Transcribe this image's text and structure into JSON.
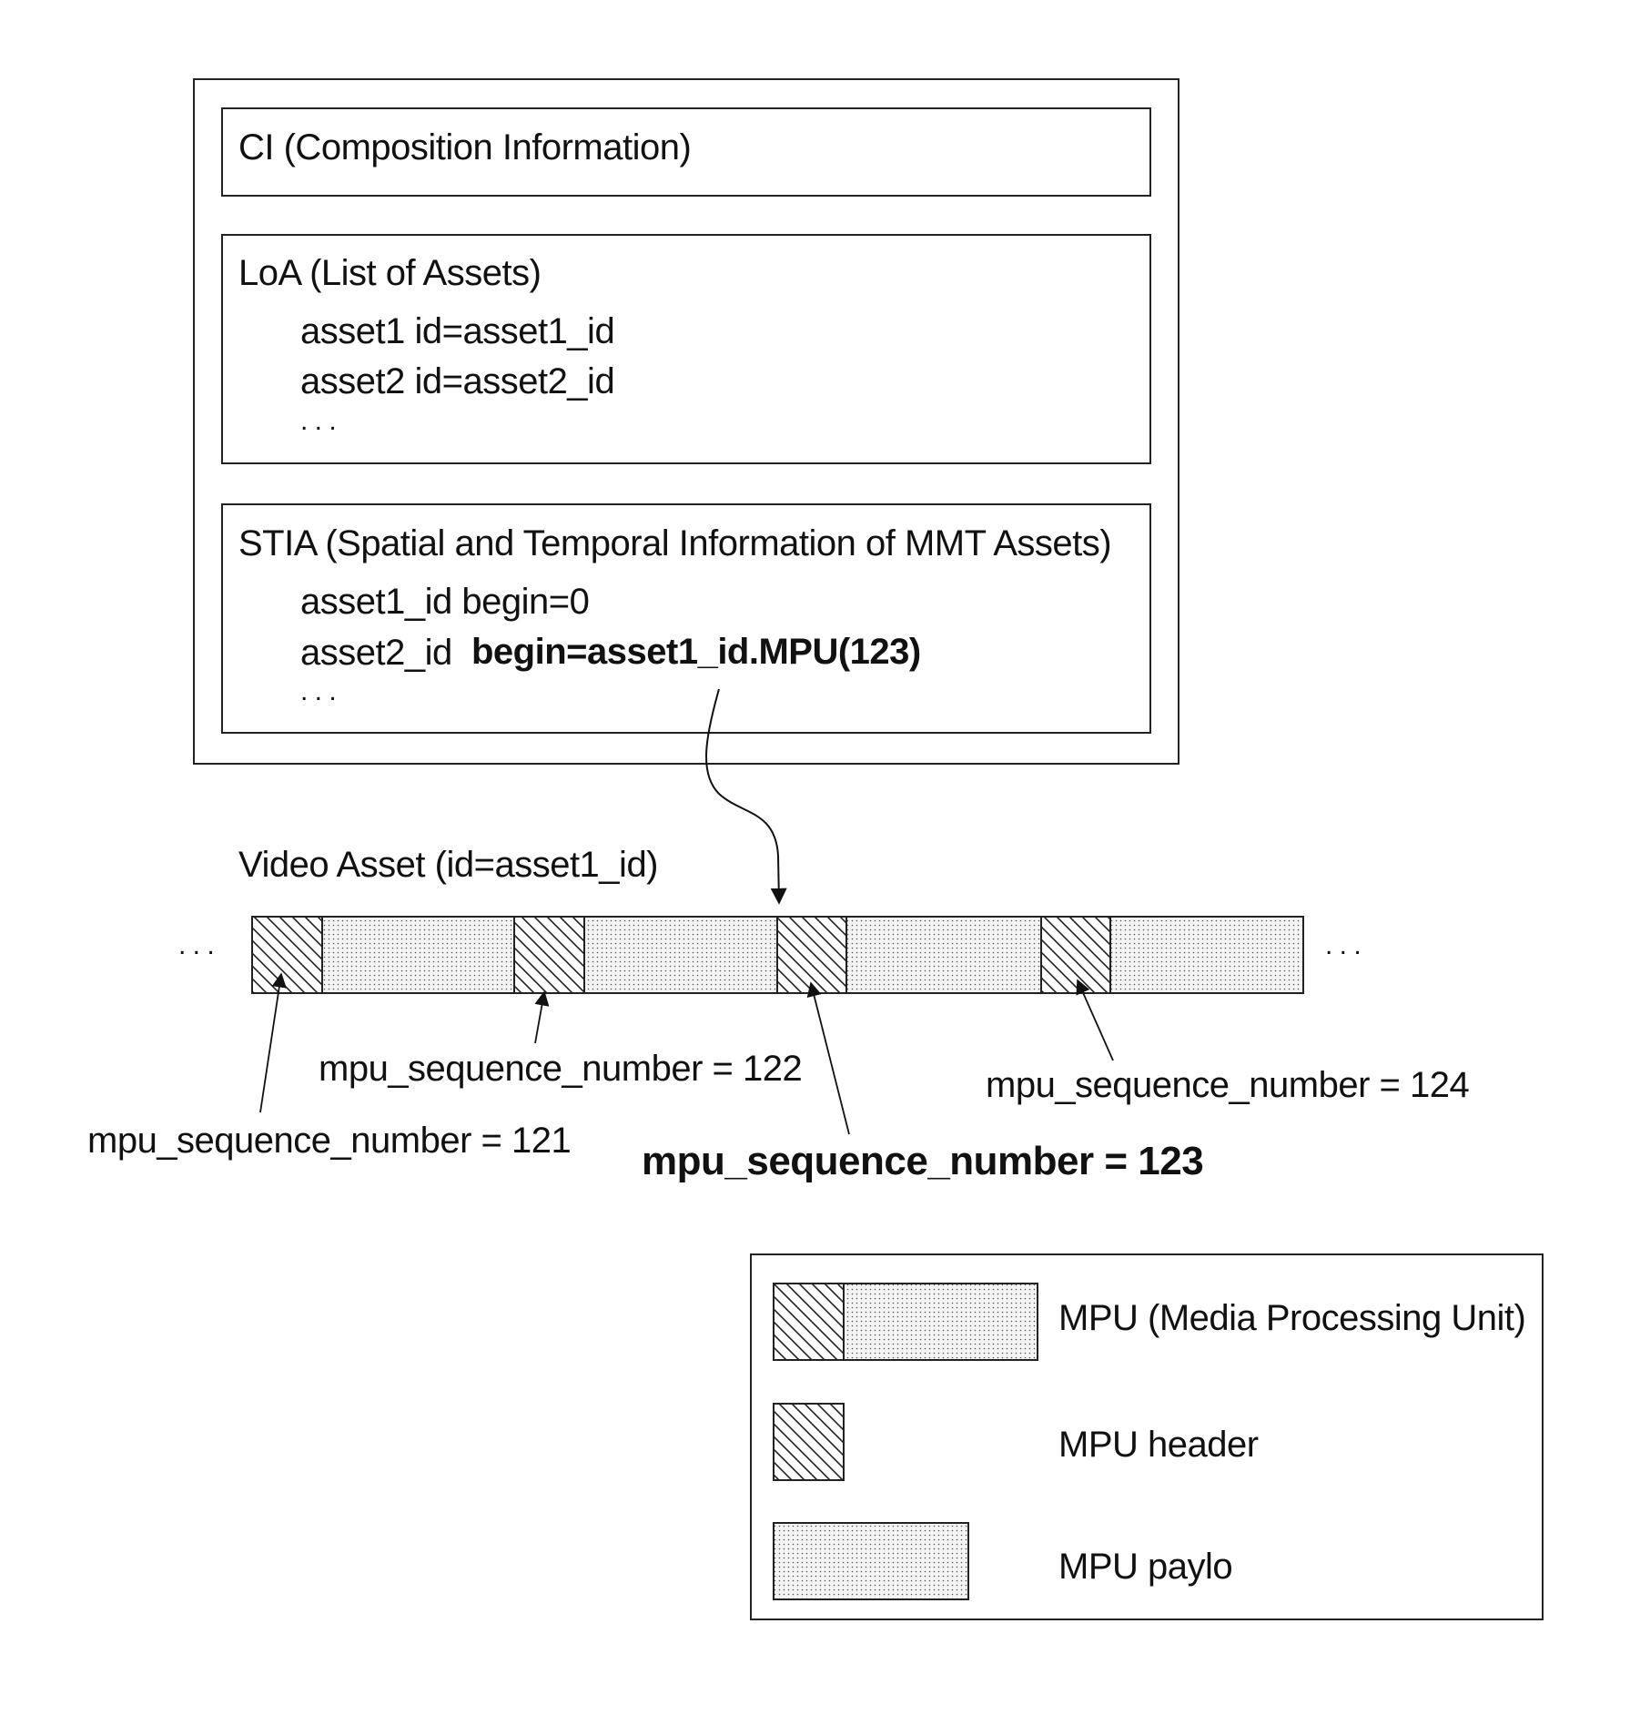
{
  "ci": {
    "title": "CI (Composition Information)"
  },
  "loa": {
    "title": "LoA (List of Assets)",
    "lines": [
      "asset1 id=asset1_id",
      "asset2 id=asset2_id",
      ". . ."
    ]
  },
  "stia": {
    "title": "STIA (Spatial and Temporal Information of MMT Assets)",
    "line1": "asset1_id begin=0",
    "line2_prefix": "asset2_id",
    "line2_bold": "begin=asset1_id.MPU(123)",
    "ellipsis": ". . ."
  },
  "video_asset": {
    "label": "Video Asset (id=asset1_id)",
    "left_ellipsis": ". . .",
    "right_ellipsis": ". . ."
  },
  "mpu_labels": {
    "m121": "mpu_sequence_number = 121",
    "m122": "mpu_sequence_number = 122",
    "m123": "mpu_sequence_number = 123",
    "m124": "mpu_sequence_number = 124"
  },
  "legend": {
    "mpu": "MPU (Media Processing Unit)",
    "header": "MPU header",
    "payload": "MPU paylo"
  }
}
